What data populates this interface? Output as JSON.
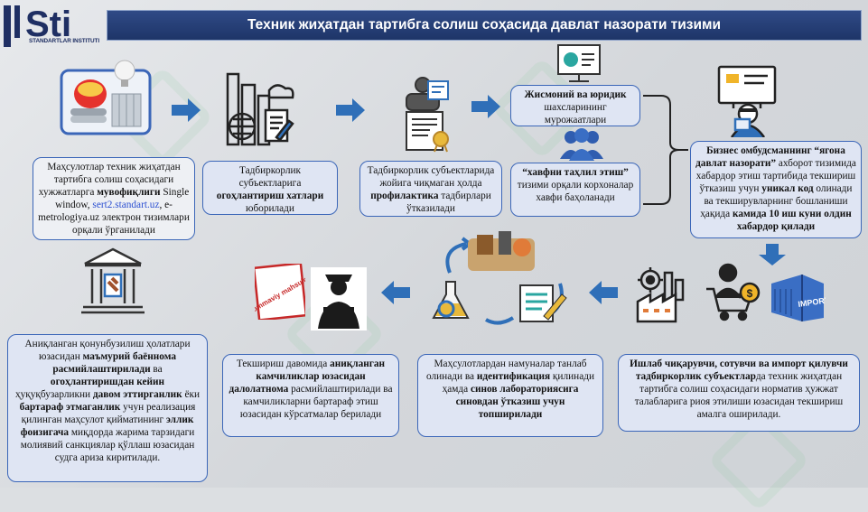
{
  "title": "Техник жиҳатдан тартибга солиш соҳасида давлат назорати тизими",
  "logo": {
    "main": "Sti",
    "sub": "STANDARTLAR INSTITUTI"
  },
  "stamp_text": "ommaviy mahsulot",
  "box1": {
    "a": "Маҳсулотлар техник жиҳатдан тартибга солиш соҳасидаги хужжатларга ",
    "b": "мувофиқлиги",
    "c": " Single window, ",
    "link": "sert2.standart.uz",
    "d": ", e-metrologiya.uz электрон тизимлари орқали ўрганилади"
  },
  "box2": {
    "a": "Тадбиркорлик субъектларига ",
    "b": "огоҳлантириш хатлари",
    "c": " юборилади"
  },
  "box3": {
    "a": "Тадбиркорлик субъектларида жойига чиқмаган ҳолда ",
    "b": "профилактика",
    "c": " тадбирлари ўтказилади"
  },
  "box4": {
    "a": "Жисмоний ва юридик",
    "b": " шахсларининг мурожаатлари"
  },
  "box5": {
    "a": "“хавфни таҳлил этиш”",
    "b": " тизими орқали корхоналар хавфи баҳоланади"
  },
  "box6": {
    "a": "Бизнес омбудсманнинг “ягона давлат назорати”",
    "b": " ахборот тизимида хабардор этиш тартибида текшириш ўтказиш учун ",
    "c": "уникал код",
    "d": " олинади ва текширувларнинг бошланиши ҳақида ",
    "e": "камида 10 иш куни олдин хабардор қилади"
  },
  "box7": {
    "a": "Ишлаб чиқарувчи, сотувчи ва импорт қилувчи тадбиркорлик субъектлар",
    "b": "да техник жиҳатдан тартибга солиш соҳасидаги норматив ҳужжат талабларига риоя этилиши юзасидан текшириш амалга оширилади."
  },
  "box8": {
    "a": "Маҳсулотлардан намуналар танлаб олинади ва ",
    "b": "идентификация",
    "c": " қилинади ҳамда ",
    "d": "синов лабораториясига синовдан ўтказиш учун топширилади"
  },
  "box9": {
    "a": "Текшириш давомида ",
    "b": "аниқланган камчиликлар юзасидан далолатнома",
    "c": " расмийлаштирилади ва камчиликларни бартараф этиш юзасидан кўрсатмалар берилади"
  },
  "box10": {
    "a": "Аниқланган қонунбузилиш ҳолатлари юзасидан ",
    "b": "маъмурий баённома расмийлаштирилади",
    "c": " ва ",
    "d": "огоҳлантиришдан кейин",
    "e": " ҳуқуқбузарликни ",
    "f": "давом эттирганлик",
    "g": " ёки ",
    "h": "бартараф этмаганлик",
    "i": " учун реализация қилинган маҳсулот қийматининг ",
    "j": "эллик фоизигача",
    "k": " миқдорда жарима тарзидаги молиявий санкциялар қўллаш юзасидан судга ариза киритилади."
  },
  "colors": {
    "header": "#213a70",
    "arrow": "#2f6fb8",
    "box_border": "#3b66b8",
    "box_fill": "#dfe5f3"
  }
}
